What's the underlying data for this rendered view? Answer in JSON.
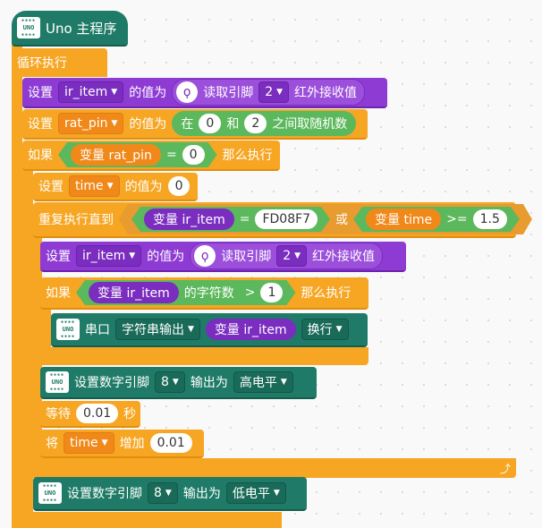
{
  "hat": {
    "icon_text": "UNO",
    "title": "Uno 主程序"
  },
  "loop_label": "循环执行",
  "set1": {
    "set": "设置",
    "var": "ir_item",
    "value_of": "的值为",
    "read_pin": "读取引脚",
    "pin": "2",
    "ir_recv": "红外接收值"
  },
  "set2": {
    "set": "设置",
    "var": "rat_pin",
    "value_of": "的值为",
    "between": "在",
    "min": "0",
    "and": "和",
    "max": "2",
    "random": "之间取随机数"
  },
  "if1": {
    "if": "如果",
    "var_label": "变量 rat_pin",
    "op": "=",
    "value": "0",
    "then": "那么执行"
  },
  "set3": {
    "set": "设置",
    "var": "time",
    "value_of": "的值为",
    "value": "0"
  },
  "repeat": {
    "label": "重复执行直到",
    "var1": "变量 ir_item",
    "op1": "=",
    "value1": "FD08F7",
    "or": "或",
    "var2": "变量 time",
    "op2": ">=",
    "value2": "1.5"
  },
  "set4": {
    "set": "设置",
    "var": "ir_item",
    "value_of": "的值为",
    "read_pin": "读取引脚",
    "pin": "2",
    "ir_recv": "红外接收值"
  },
  "if2": {
    "if": "如果",
    "var_label": "变量 ir_item",
    "length": "的字符数",
    "op": ">",
    "value": "1",
    "then": "那么执行"
  },
  "serial": {
    "icon_text": "UNO",
    "label": "串口",
    "mode": "字符串输出",
    "var_label": "变量 ir_item",
    "newline": "换行"
  },
  "digital1": {
    "icon_text": "UNO",
    "label": "设置数字引脚",
    "pin": "8",
    "output": "输出为",
    "level": "高电平"
  },
  "wait": {
    "label": "等待",
    "value": "0.01",
    "unit": "秒"
  },
  "incr": {
    "label": "将",
    "var": "time",
    "add": "增加",
    "value": "0.01"
  },
  "digital2": {
    "icon_text": "UNO",
    "label": "设置数字引脚",
    "pin": "8",
    "output": "输出为",
    "level": "低电平"
  },
  "colors": {
    "orange": "#f6a623",
    "purple": "#8e3bd4",
    "green": "#5cb85c",
    "teal": "#1f7b67"
  }
}
